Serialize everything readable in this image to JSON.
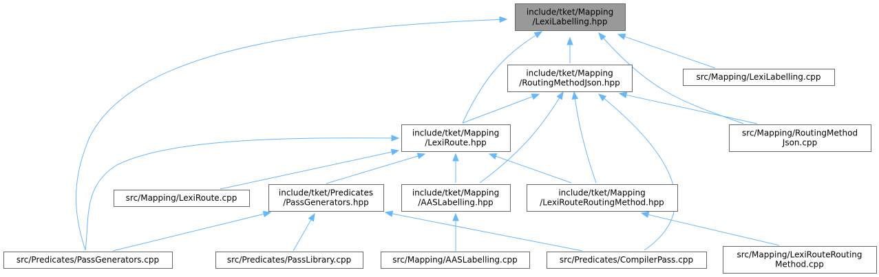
{
  "colors": {
    "root_fill": "#999999",
    "node_fill": "#ffffff",
    "node_border": "#666666",
    "edge": "#63b8ff",
    "text": "#000000"
  },
  "nodes": [
    {
      "id": "n0",
      "lines": [
        "include/tket/Mapping",
        "/LexiLabelling.hpp"
      ],
      "root": true
    },
    {
      "id": "n1",
      "lines": [
        "include/tket/Mapping",
        "/RoutingMethodJson.hpp"
      ]
    },
    {
      "id": "n2",
      "lines": [
        "src/Mapping/LexiLabelling.cpp"
      ]
    },
    {
      "id": "n3",
      "lines": [
        "include/tket/Mapping",
        "/LexiRoute.hpp"
      ]
    },
    {
      "id": "n4",
      "lines": [
        "src/Mapping/RoutingMethod",
        "Json.cpp"
      ]
    },
    {
      "id": "n5",
      "lines": [
        "src/Mapping/LexiRoute.cpp"
      ]
    },
    {
      "id": "n6",
      "lines": [
        "include/tket/Predicates",
        "/PassGenerators.hpp"
      ]
    },
    {
      "id": "n7",
      "lines": [
        "include/tket/Mapping",
        "/AASLabelling.hpp"
      ]
    },
    {
      "id": "n8",
      "lines": [
        "include/tket/Mapping",
        "/LexiRouteRoutingMethod.hpp"
      ]
    },
    {
      "id": "n9",
      "lines": [
        "src/Predicates/PassGenerators.cpp"
      ]
    },
    {
      "id": "n10",
      "lines": [
        "src/Predicates/PassLibrary.cpp"
      ]
    },
    {
      "id": "n11",
      "lines": [
        "src/Mapping/AASLabelling.cpp"
      ]
    },
    {
      "id": "n12",
      "lines": [
        "src/Predicates/CompilerPass.cpp"
      ]
    },
    {
      "id": "n13",
      "lines": [
        "src/Mapping/LexiRouteRouting",
        "Method.cpp"
      ]
    }
  ],
  "edges": [
    {
      "from": "n1",
      "to": "n0"
    },
    {
      "from": "n2",
      "to": "n0"
    },
    {
      "from": "n3",
      "to": "n0"
    },
    {
      "from": "n4",
      "to": "n0"
    },
    {
      "from": "n9",
      "to": "n0"
    },
    {
      "from": "n3",
      "to": "n1"
    },
    {
      "from": "n4",
      "to": "n1"
    },
    {
      "from": "n7",
      "to": "n1"
    },
    {
      "from": "n8",
      "to": "n1"
    },
    {
      "from": "n12",
      "to": "n1"
    },
    {
      "from": "n5",
      "to": "n3"
    },
    {
      "from": "n6",
      "to": "n3"
    },
    {
      "from": "n7",
      "to": "n3"
    },
    {
      "from": "n8",
      "to": "n3"
    },
    {
      "from": "n9",
      "to": "n3"
    },
    {
      "from": "n9",
      "to": "n6"
    },
    {
      "from": "n10",
      "to": "n6"
    },
    {
      "from": "n12",
      "to": "n6"
    },
    {
      "from": "n11",
      "to": "n7"
    },
    {
      "from": "n13",
      "to": "n8"
    }
  ]
}
